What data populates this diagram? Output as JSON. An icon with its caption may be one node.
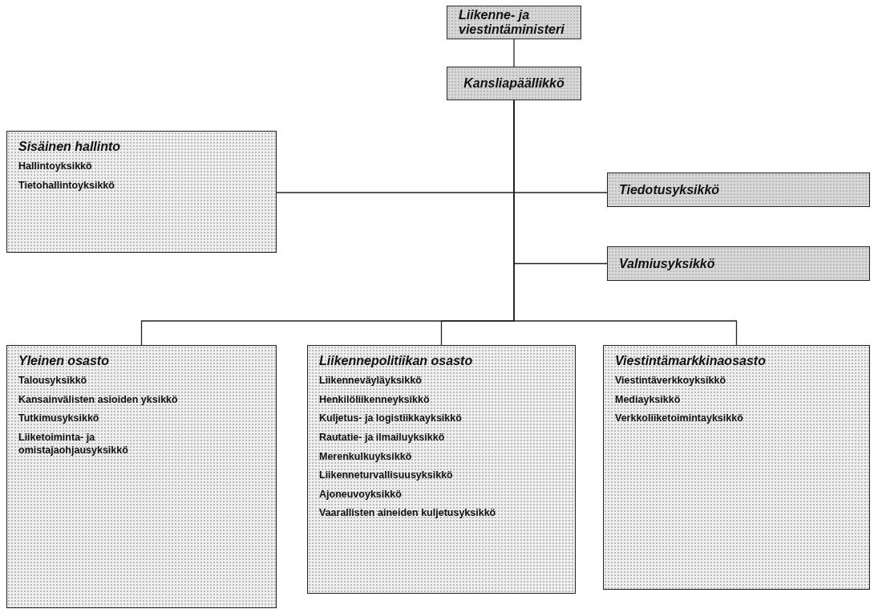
{
  "diagram": {
    "nodes": [
      {
        "text": [
          "Liikenne- ja viestintäministeri"
        ]
      },
      {
        "text": [
          "Kansliapäällikkö"
        ]
      },
      {
        "text": [
          "Sisäinen hallinto",
          "Hallintoyksikkö",
          "Tietohallintoyksikkö"
        ]
      },
      {
        "text": [
          "Tiedotusyksikkö"
        ]
      },
      {
        "text": [
          "Valmiusyksikkö"
        ]
      },
      {
        "text": [
          "Yleinen osasto",
          "Talousyksikkö",
          "Kansainvälisten asioiden yksikkö",
          "Tutkimusyksikkö",
          "Liiketoiminta- ja omistajaohjausyksikkö"
        ]
      },
      {
        "text": [
          "Liikennepolitiikan osasto",
          "Liikenneväyläyksikkö",
          "Henkilöliikenneyksikkö",
          "Kuljetus- ja logistiikkayksikkö",
          "Rautatie- ja ilmailuyksikkö",
          "Merenkulkuyksikkö",
          "Liikenneturvallisuusyksikkö",
          "Ajoneuvoyksikkö",
          "Vaarallisten aineiden kuljetusyksikkö"
        ]
      },
      {
        "text": [
          "Viestintämarkkinaosasto",
          "Viestintäverkkoyksikkö",
          "Mediayksikkö",
          "Verkkoliiketoimintayksikkö"
        ]
      }
    ],
    "edges": [
      {
        "from": 0,
        "to": 1,
        "arrow": "none"
      },
      {
        "from": 1,
        "to": 2,
        "arrow": "none"
      },
      {
        "from": 1,
        "to": 3,
        "arrow": "none"
      },
      {
        "from": 1,
        "to": 4,
        "arrow": "none"
      },
      {
        "from": 1,
        "to": 5,
        "arrow": "none"
      },
      {
        "from": 1,
        "to": 6,
        "arrow": "none"
      },
      {
        "from": 1,
        "to": 7,
        "arrow": "none"
      }
    ]
  }
}
